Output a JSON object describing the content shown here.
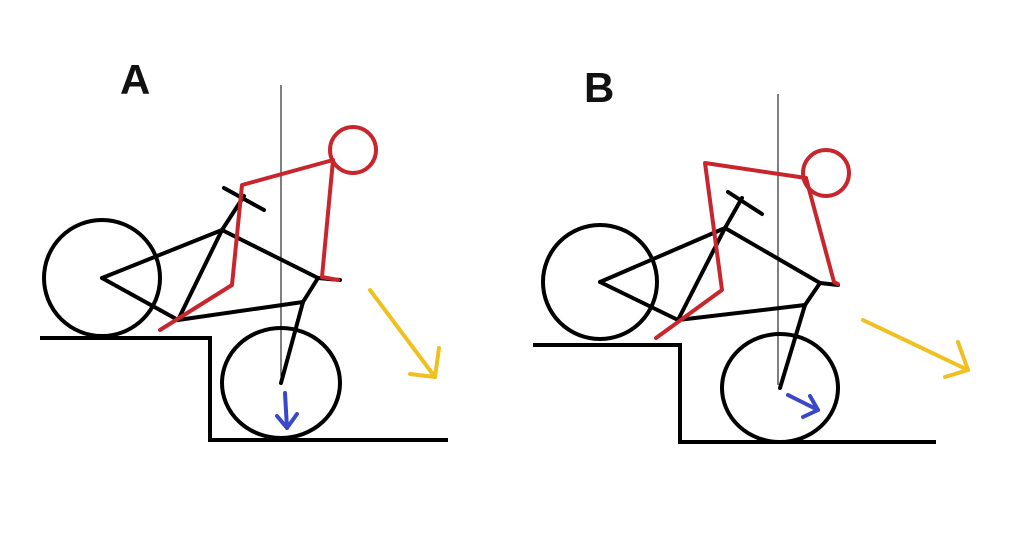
{
  "panels": [
    {
      "id": "A",
      "label": "A",
      "rider_color": "#c8262c",
      "bike_color": "#000000",
      "fall_arrow_color": "#f0c020",
      "wheel_arrow_color": "#3a48c8"
    },
    {
      "id": "B",
      "label": "B",
      "rider_color": "#c8262c",
      "bike_color": "#000000",
      "fall_arrow_color": "#f0c020",
      "wheel_arrow_color": "#3a48c8"
    }
  ]
}
